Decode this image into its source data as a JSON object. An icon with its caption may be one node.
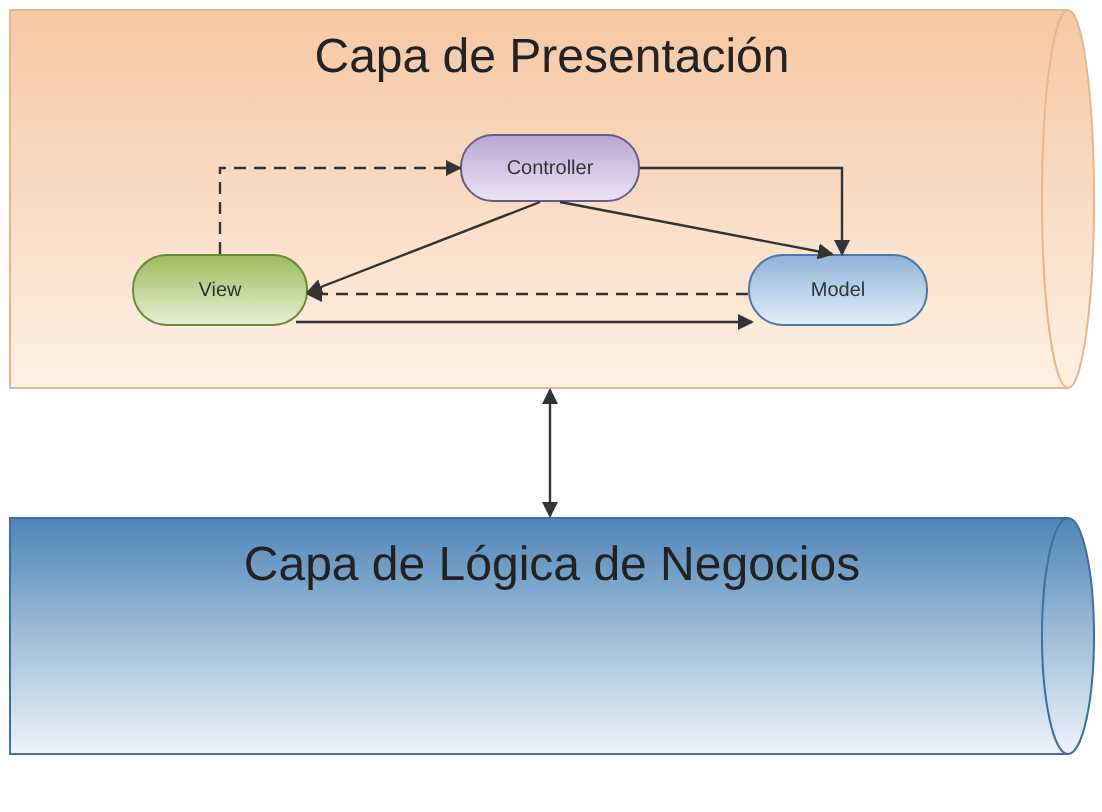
{
  "diagram": {
    "nodes": [
      {
        "text": [
          "Capa de Presentación"
        ]
      },
      {
        "text": [
          "Controller"
        ],
        "in": 0
      },
      {
        "text": [
          "View"
        ],
        "in": 0
      },
      {
        "text": [
          "Model"
        ],
        "in": 0
      },
      {
        "text": [
          "Capa de Lógica de Negocios"
        ]
      }
    ],
    "edges": [
      {
        "from": 2,
        "to": 1,
        "arrow": "to",
        "style": "dashed"
      },
      {
        "from": 1,
        "to": 3,
        "arrow": "to"
      },
      {
        "from": 1,
        "to": 2,
        "arrow": "to"
      },
      {
        "from": 1,
        "to": 3,
        "arrow": "to"
      },
      {
        "from": 3,
        "to": 2,
        "arrow": "to",
        "style": "dashed"
      },
      {
        "from": 2,
        "to": 3,
        "arrow": "to"
      },
      {
        "from": 0,
        "to": 4,
        "arrow": "both"
      }
    ]
  }
}
